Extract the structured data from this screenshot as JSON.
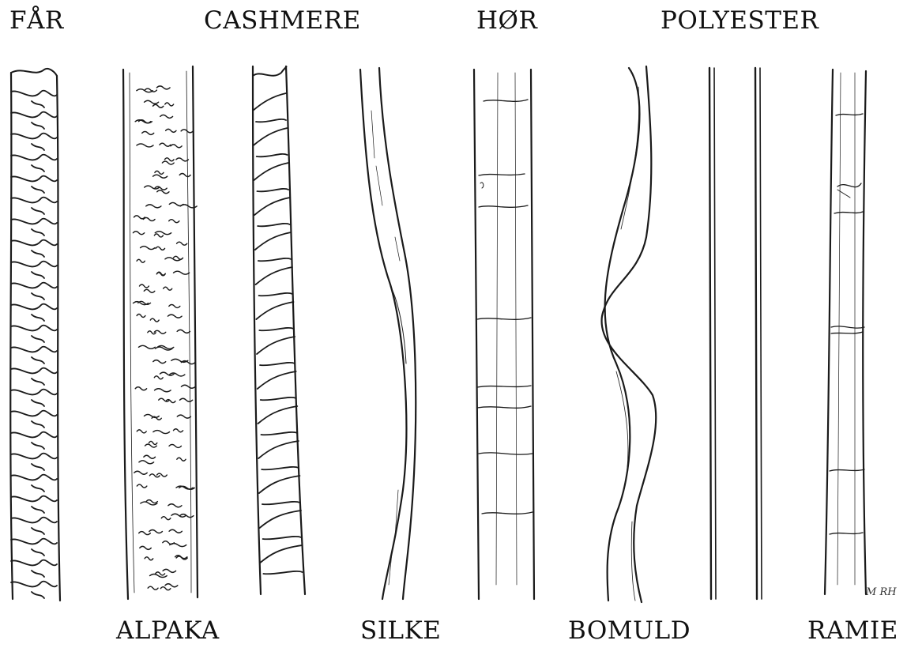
{
  "labels": {
    "top": [
      "FÅR",
      "CASHMERE",
      "HØR",
      "POLYESTER"
    ],
    "bottom": [
      "ALPAKA",
      "SILKE",
      "BOMULD",
      "RAMIE"
    ]
  },
  "signature": "M RH",
  "fibers": [
    {
      "name": "får",
      "pattern": "coarse-scales"
    },
    {
      "name": "alpaka",
      "pattern": "fine-scales"
    },
    {
      "name": "cashmere",
      "pattern": "ring-scales"
    },
    {
      "name": "silke",
      "pattern": "smooth-ribbon"
    },
    {
      "name": "hør",
      "pattern": "nodes"
    },
    {
      "name": "bomuld",
      "pattern": "twisted-ribbon"
    },
    {
      "name": "polyester",
      "pattern": "smooth-rod"
    },
    {
      "name": "ramie",
      "pattern": "nodes"
    }
  ],
  "colors": {
    "ink": "#1a1a1a",
    "background": "#ffffff"
  }
}
